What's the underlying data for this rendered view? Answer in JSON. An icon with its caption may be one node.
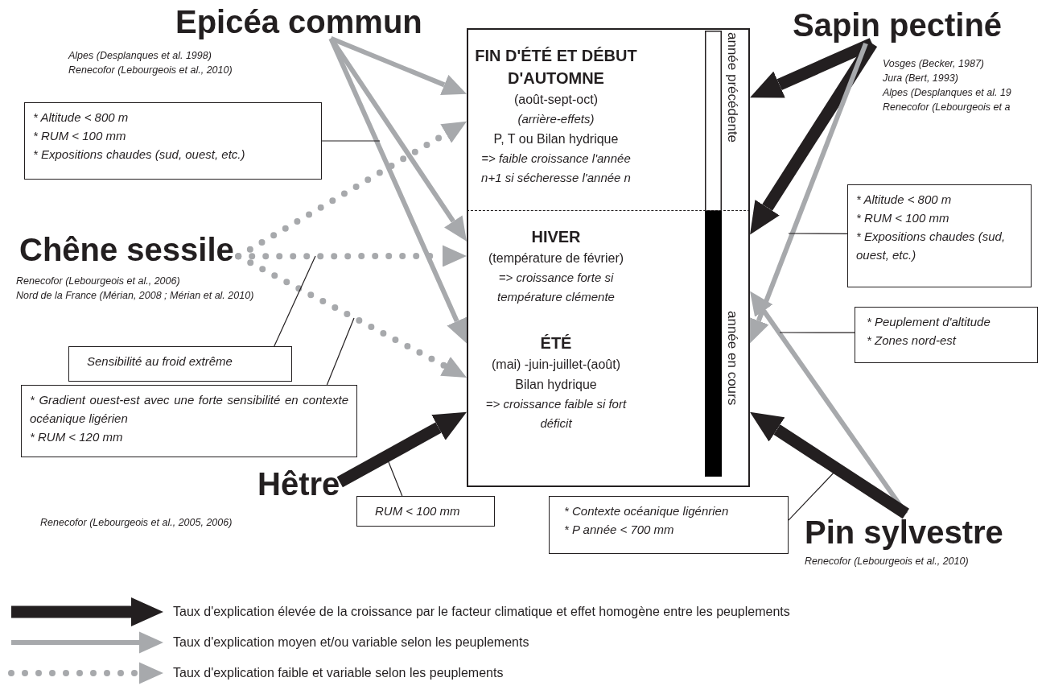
{
  "diagram": {
    "nodes": [
      {
        "text": [
          "Epicéa commun"
        ],
        "beside": [
          "Alpes (Desplanques et al. 1998)",
          "Renecofor (Lebourgeois et al., 2010)"
        ]
      },
      {
        "text": [
          "Sapin pectiné"
        ],
        "beside": [
          "Vosges (Becker, 1987)",
          "Jura (Bert, 1993)",
          "Alpes (Desplanques et al. 19",
          "Renecofor (Lebourgeois et a"
        ]
      },
      {
        "text": [
          "Chêne sessile"
        ],
        "beside": [
          "Renecofor (Lebourgeois et al., 2006)",
          "Nord de la France (Mérian, 2008 ; Mérian et al. 2010)"
        ]
      },
      {
        "text": [
          "Hêtre"
        ],
        "beside": [
          "Renecofor (Lebourgeois et al., 2005, 2006)"
        ]
      },
      {
        "text": [
          "Pin sylvestre"
        ],
        "beside": [
          "Renecofor (Lebourgeois et al., 2010)"
        ]
      },
      {
        "text": [
          "FIN D'ÉTÉ ET DÉBUT D'AUTOMNE",
          "(août-sept-oct)",
          "(arrière-effets)",
          "P, T ou Bilan hydrique",
          "=> faible croissance l'année n+1 si sécheresse l'année n"
        ]
      },
      {
        "text": [
          "HIVER",
          "(température de février)",
          "=> croissance forte si température clémente"
        ]
      },
      {
        "text": [
          "ÉTÉ",
          "(mai) -juin-juillet-(août)",
          "Bilan hydrique",
          "=> croissance faible si fort déficit"
        ]
      },
      {
        "text": [
          "* Altitude < 800 m",
          "* RUM < 100 mm",
          "* Expositions chaudes (sud, ouest, etc.)"
        ]
      },
      {
        "text": [
          "Sensibilité au froid extrême"
        ]
      },
      {
        "text": [
          "* Gradient ouest-est avec une forte sensibilité en contexte océanique ligérien",
          "* RUM < 120 mm"
        ]
      },
      {
        "text": [
          "RUM < 100 mm"
        ]
      },
      {
        "text": [
          "* Altitude < 800 m",
          "* RUM < 100 mm",
          "* Expositions chaudes (sud, ouest, etc.)"
        ]
      },
      {
        "text": [
          "* Peuplement d'altitude",
          "* Zones nord-est"
        ]
      },
      {
        "text": [
          "* Contexte océanique ligénrien",
          "* P année < 700 mm"
        ]
      }
    ],
    "edges": [
      {
        "from": 0,
        "to": 5,
        "arrow": "to",
        "color": "#a7a9ac"
      },
      {
        "from": 0,
        "to": 6,
        "arrow": "to",
        "color": "#a7a9ac"
      },
      {
        "from": 0,
        "to": 7,
        "arrow": "to",
        "color": "#a7a9ac"
      },
      {
        "from": 1,
        "to": 5,
        "arrow": "to",
        "style": "thick"
      },
      {
        "from": 1,
        "to": 6,
        "arrow": "to",
        "style": "thick"
      },
      {
        "from": 1,
        "to": 7,
        "arrow": "to",
        "color": "#a7a9ac"
      },
      {
        "from": 2,
        "to": 5,
        "arrow": "to",
        "style": "dashed",
        "color": "#a7a9ac"
      },
      {
        "from": 2,
        "to": 6,
        "arrow": "to",
        "style": "dashed",
        "color": "#a7a9ac"
      },
      {
        "from": 2,
        "to": 7,
        "arrow": "to",
        "style": "dashed",
        "color": "#a7a9ac"
      },
      {
        "from": 3,
        "to": 7,
        "arrow": "to",
        "style": "thick"
      },
      {
        "from": 4,
        "to": 6,
        "arrow": "to",
        "color": "#a7a9ac"
      },
      {
        "from": 4,
        "to": 7,
        "arrow": "to",
        "style": "thick"
      },
      {
        "from": 8,
        "to": null,
        "arrow": "none"
      },
      {
        "from": 9,
        "to": null,
        "arrow": "none"
      },
      {
        "from": 10,
        "to": null,
        "arrow": "none"
      },
      {
        "from": 11,
        "to": null,
        "arrow": "none"
      },
      {
        "from": 12,
        "to": null,
        "arrow": "none"
      },
      {
        "from": 13,
        "to": null,
        "arrow": "none"
      },
      {
        "from": 14,
        "to": null,
        "arrow": "none"
      }
    ],
    "labels": [
      "année précédente",
      "année en cours"
    ],
    "legend": [
      {
        "text": "Taux d'explication élevée de la croissance par le facteur climatique et effet homogène entre les peuplements"
      },
      {
        "text": "Taux d'explication moyen et/ou variable selon les peuplements"
      },
      {
        "text": "Taux d'explication faible et variable selon les peuplements"
      }
    ]
  }
}
